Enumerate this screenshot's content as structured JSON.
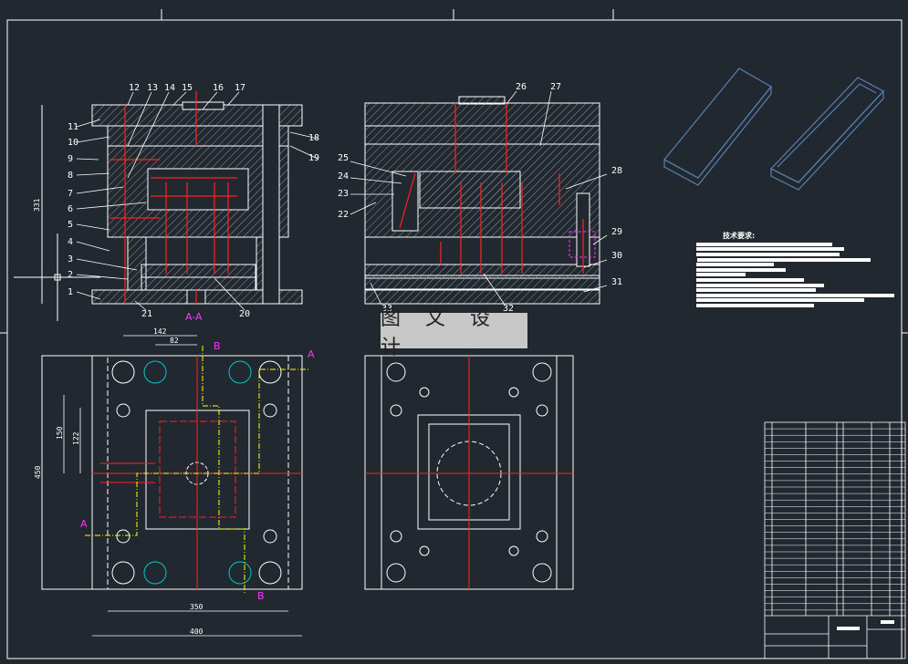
{
  "drawing": {
    "watermark": "图 文 设 计",
    "section_label": "A-A",
    "tech_requirements_title": "技术要求:",
    "section_markers": {
      "a": "A",
      "b": "B"
    },
    "colors": {
      "background": "#212830",
      "lines": "#ffffff",
      "centerline": "#ff2020",
      "section_mark": "#ff33ff",
      "cutting_plane": "#ffff00",
      "part_model": "#5a7fb0",
      "cooling": "#00c8c8"
    }
  },
  "part_labels": {
    "left_view": [
      "11",
      "10",
      "9",
      "8",
      "7",
      "6",
      "5",
      "4",
      "3",
      "2",
      "1"
    ],
    "left_top": [
      "12",
      "13",
      "14",
      "15",
      "16",
      "17"
    ],
    "left_right": [
      "18",
      "19"
    ],
    "left_bottom": [
      "21",
      "20"
    ],
    "right_view_left": [
      "25",
      "24",
      "23",
      "22"
    ],
    "right_view_top": [
      "26",
      "27"
    ],
    "right_view_right": [
      "28",
      "29",
      "30",
      "31"
    ],
    "right_view_bottom": [
      "33",
      "32"
    ]
  },
  "dimensions": {
    "height_section": "331",
    "width_142": "142",
    "width_82": "82",
    "height_150": "150",
    "height_122": "122",
    "height_450": "450",
    "width_350": "350",
    "width_400": "400"
  }
}
